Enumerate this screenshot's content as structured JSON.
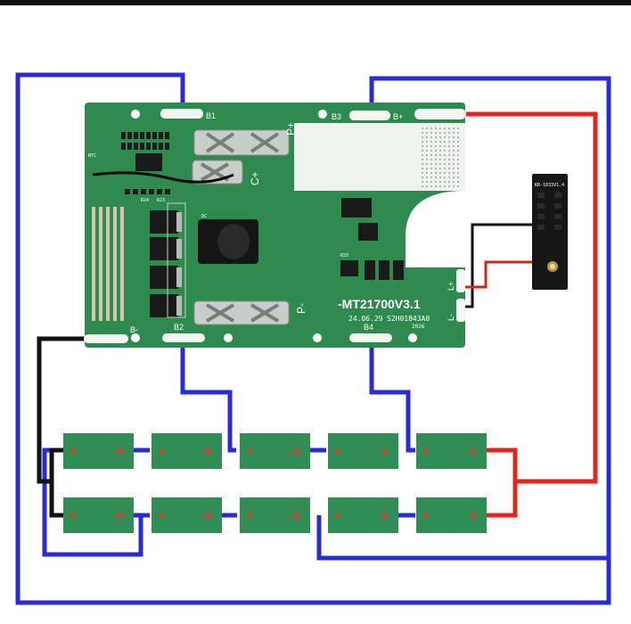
{
  "colors": {
    "board": "#2e8a4f",
    "board_dark": "#1f6e3c",
    "pad": "#f4f6f4",
    "wire_blue": "#2b2bd6",
    "wire_red": "#e3261d",
    "wire_black": "#111111",
    "cell": "#2f8d55",
    "cell_terminal": "#e23b2b",
    "module": "#161616",
    "top_bar": "#111111"
  },
  "board": {
    "model": "-MT21700V3.1",
    "date": "24.06.29",
    "serial": "S2H01843A0",
    "code": "2026",
    "pads": {
      "b1": "B1",
      "b2": "B2",
      "b3": "B3",
      "b4": "B4",
      "b_plus": "B+",
      "b_minus": "B-",
      "p_plus": "P+",
      "p_minus": "P-",
      "c_plus": "C+",
      "l_plus": "L+",
      "l_minus": "L-"
    },
    "small_labels": [
      "NTC",
      "DC",
      "R33",
      "R24",
      "R23"
    ]
  },
  "module": {
    "label": "KR-1033V1.4"
  },
  "cells": {
    "rows": 2,
    "cols": 5,
    "plus_symbol": "+",
    "minus_symbol": "−"
  }
}
